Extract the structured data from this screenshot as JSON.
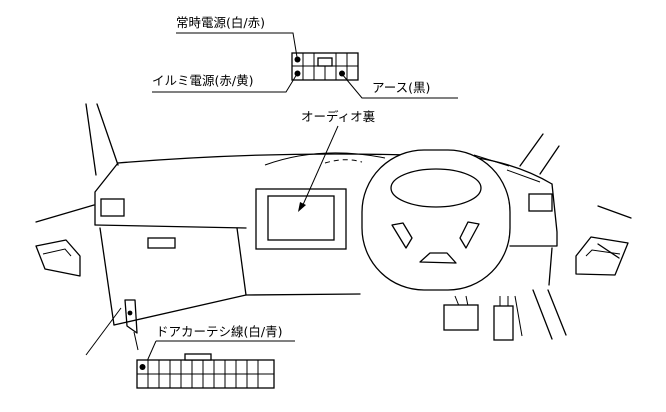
{
  "labels": {
    "constant_power": "常時電源(白/赤)",
    "illumination_power": "イルミ電源(赤/黄)",
    "ground": "アース(黒)",
    "audio_back": "オーディオ裏",
    "door_courtesy": "ドアカーテシ線(白/青)"
  },
  "colors": {
    "line": "#000000",
    "background": "#ffffff"
  }
}
